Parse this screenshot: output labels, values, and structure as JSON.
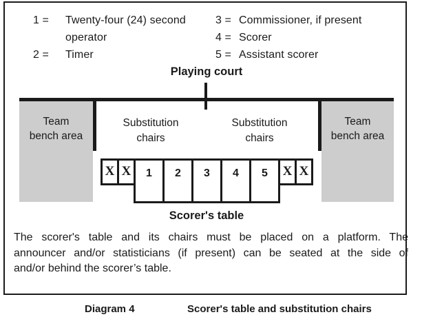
{
  "legend": {
    "items": [
      {
        "num": "1 =",
        "label": "Twenty-four (24) second operator"
      },
      {
        "num": "2 =",
        "label": "Timer"
      },
      {
        "num": "3 =",
        "label": "Commissioner, if present"
      },
      {
        "num": "4 =",
        "label": "Scorer"
      },
      {
        "num": "5 =",
        "label": "Assistant scorer"
      }
    ]
  },
  "court": {
    "playing_court_label": "Playing court",
    "bench_left_lines": [
      "Team",
      "bench area"
    ],
    "bench_right_lines": [
      "Team",
      "bench area"
    ],
    "substitution_left_lines": [
      "Substitution",
      "chairs"
    ],
    "substitution_right_lines": [
      "Substitution",
      "chairs"
    ],
    "scorers_table_label": "Scorer's table",
    "chairs_left": [
      "X",
      "X"
    ],
    "table_seats": [
      "1",
      "2",
      "3",
      "4",
      "5"
    ],
    "chairs_right": [
      "X",
      "X"
    ]
  },
  "note_lines": [
    "The scorer's table and its chairs must be placed on a platform. The",
    "announcer and/or statisticians (if present) can be seated at the side of",
    "and/or behind the scorer’s table."
  ],
  "caption": {
    "label": "Diagram 4",
    "title": "Scorer's table and substitution chairs"
  },
  "colors": {
    "bench_gray": "#cdcdcd",
    "line_black": "#1a1a1a"
  }
}
